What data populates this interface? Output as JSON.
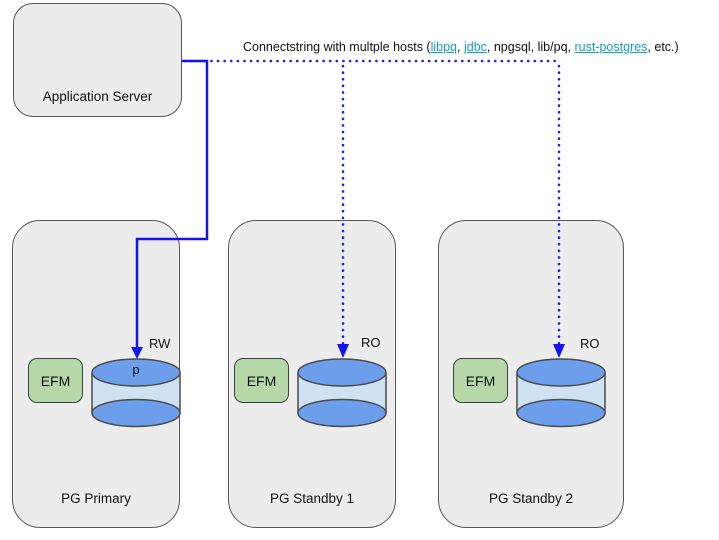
{
  "app_server": {
    "label": "Application Server"
  },
  "note": {
    "segments": [
      {
        "text": "Connectstring with multple hosts (",
        "link": false
      },
      {
        "text": "libpq",
        "link": true
      },
      {
        "text": ", ",
        "link": false
      },
      {
        "text": "jdbc",
        "link": true
      },
      {
        "text": ", npgsql, lib/pq, ",
        "link": false
      },
      {
        "text": "rust-postgres",
        "link": true
      },
      {
        "text": ", etc.)",
        "link": false
      }
    ]
  },
  "nodes": [
    {
      "title": "PG Primary",
      "efm_label": "EFM",
      "db_label": "p",
      "access_label": "RW"
    },
    {
      "title": "PG Standby 1",
      "efm_label": "EFM",
      "db_label": "",
      "access_label": "RO"
    },
    {
      "title": "PG Standby 2",
      "efm_label": "EFM",
      "db_label": "",
      "access_label": "RO"
    }
  ],
  "colors": {
    "connector_blue": "#1414f0",
    "dotted_blue": "#1f1fe8",
    "link_teal": "#14a0bb",
    "node_fill": "#ececec",
    "node_border": "#555555",
    "efm_fill": "#b6d7a8",
    "efm_border": "#3d4040",
    "cylinder_top_fill": "#6d9eeb",
    "cylinder_body_fill": "#cfe2f3",
    "cylinder_border": "#4a4a4a"
  }
}
